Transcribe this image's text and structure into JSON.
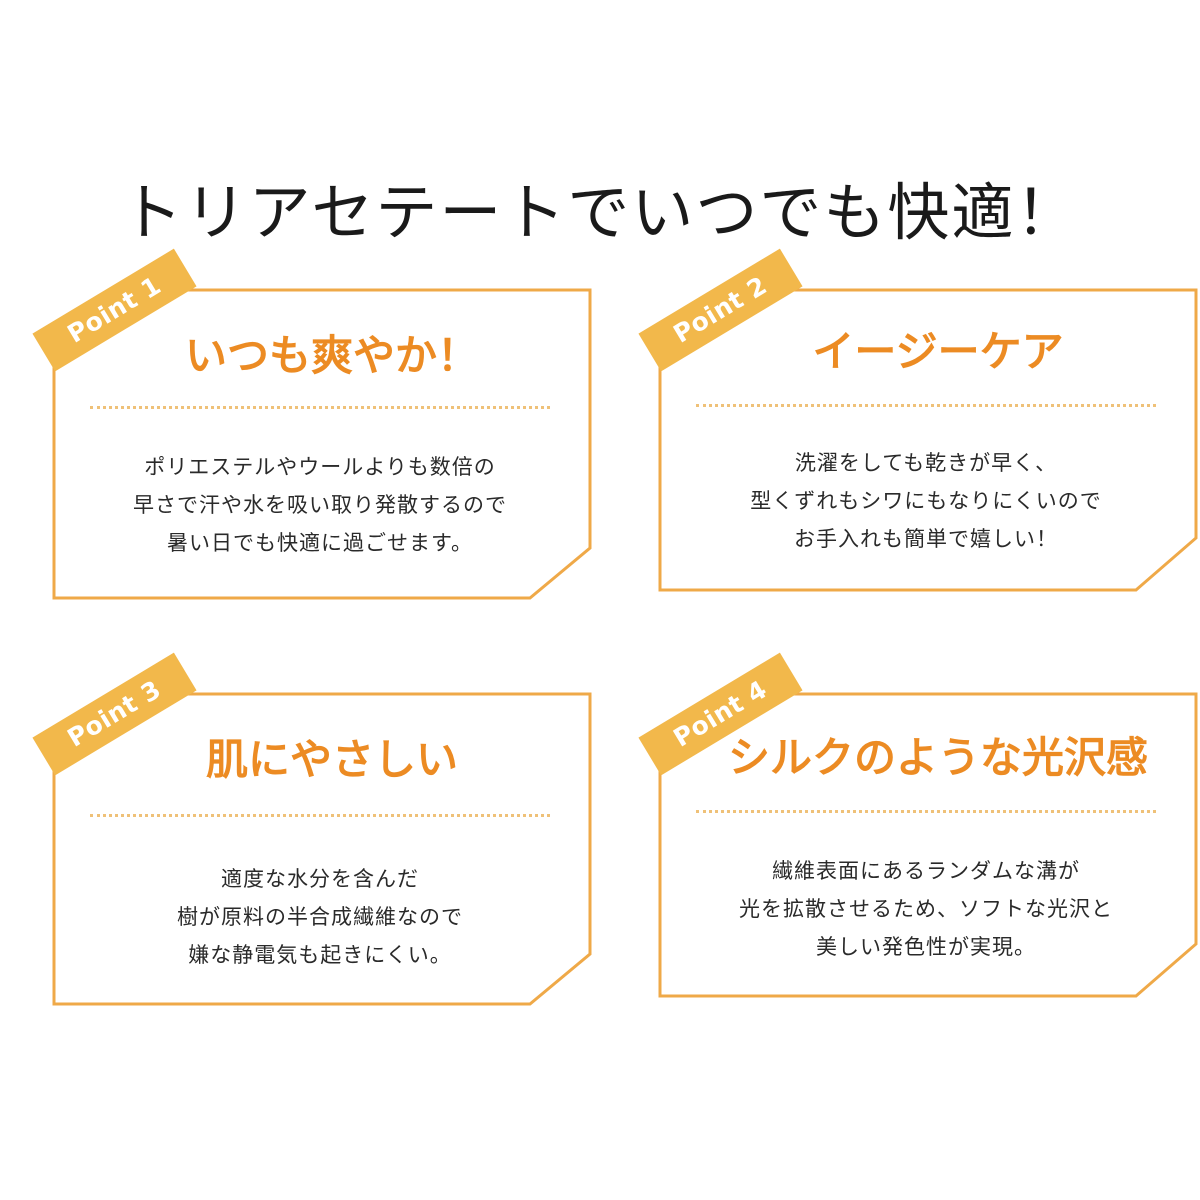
{
  "title": "トリアセテートでいつでも快適！",
  "colors": {
    "accent": "#ec8b23",
    "badge": "#f2b84b",
    "frame": "#efa948",
    "divider": "#efc178"
  },
  "points": [
    {
      "badge": "Point 1",
      "heading": "いつも爽やか！",
      "lines": [
        "ポリエステルやウールよりも数倍の",
        "早さで汗や水を吸い取り発散するので",
        "暑い日でも快適に過ごせます。"
      ]
    },
    {
      "badge": "Point 2",
      "heading": "イージーケア",
      "lines": [
        "洗濯をしても乾きが早く、",
        "型くずれもシワにもなりにくいので",
        "お手入れも簡単で嬉しい！"
      ]
    },
    {
      "badge": "Point 3",
      "heading": "肌にやさしい",
      "lines": [
        "適度な水分を含んだ",
        "樹が原料の半合成繊維なので",
        "嫌な静電気も起きにくい。"
      ]
    },
    {
      "badge": "Point 4",
      "heading": "シルクのような光沢感",
      "lines": [
        "繊維表面にあるランダムな溝が",
        "光を拡散させるため、ソフトな光沢と",
        "美しい発色性が実現。"
      ]
    }
  ]
}
